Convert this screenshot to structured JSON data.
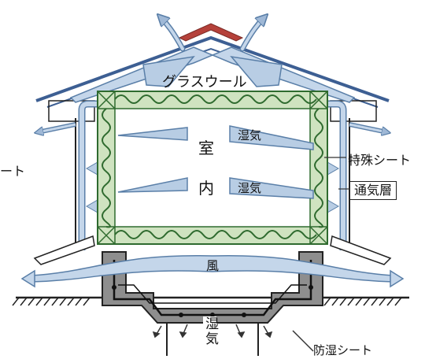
{
  "labels": {
    "glass_wool": "グラスウール",
    "room_1": "室",
    "room_2": "内",
    "moisture": "湿気",
    "moisture_vertical": "湿気",
    "special_sheet": "特殊シート",
    "left_sheet_partial": "ート",
    "vent_layer": "通気層",
    "wind": "風",
    "moisture_barrier": "防湿シート"
  },
  "colors": {
    "insulation_fill": "#cfe3c0",
    "insulation_wave": "#2f6b2f",
    "air_flow": "#b8cde4",
    "air_flow_edge": "#5a7fa8",
    "roof_ridge": "#b5413a",
    "roof_line": "#3d5f93",
    "concrete": "#8e8e8e"
  }
}
